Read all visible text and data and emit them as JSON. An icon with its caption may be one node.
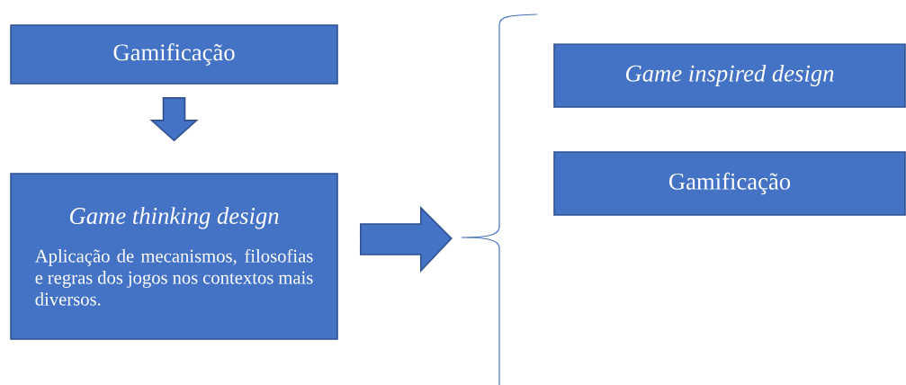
{
  "diagram": {
    "nodes": [
      {
        "text": [
          "Gamificação"
        ]
      },
      {
        "text": [
          "Game thinking design",
          "Aplicação de mecanismos, filosofias e regras dos jogos nos contextos mais diversos."
        ]
      },
      {
        "text": [
          "Game inspired design"
        ]
      },
      {
        "text": [
          "Gamificação"
        ]
      }
    ],
    "edges": [
      {
        "from": 0,
        "to": 1,
        "arrow": "to"
      },
      {
        "from": 1,
        "to": null,
        "arrow": "to"
      }
    ]
  }
}
